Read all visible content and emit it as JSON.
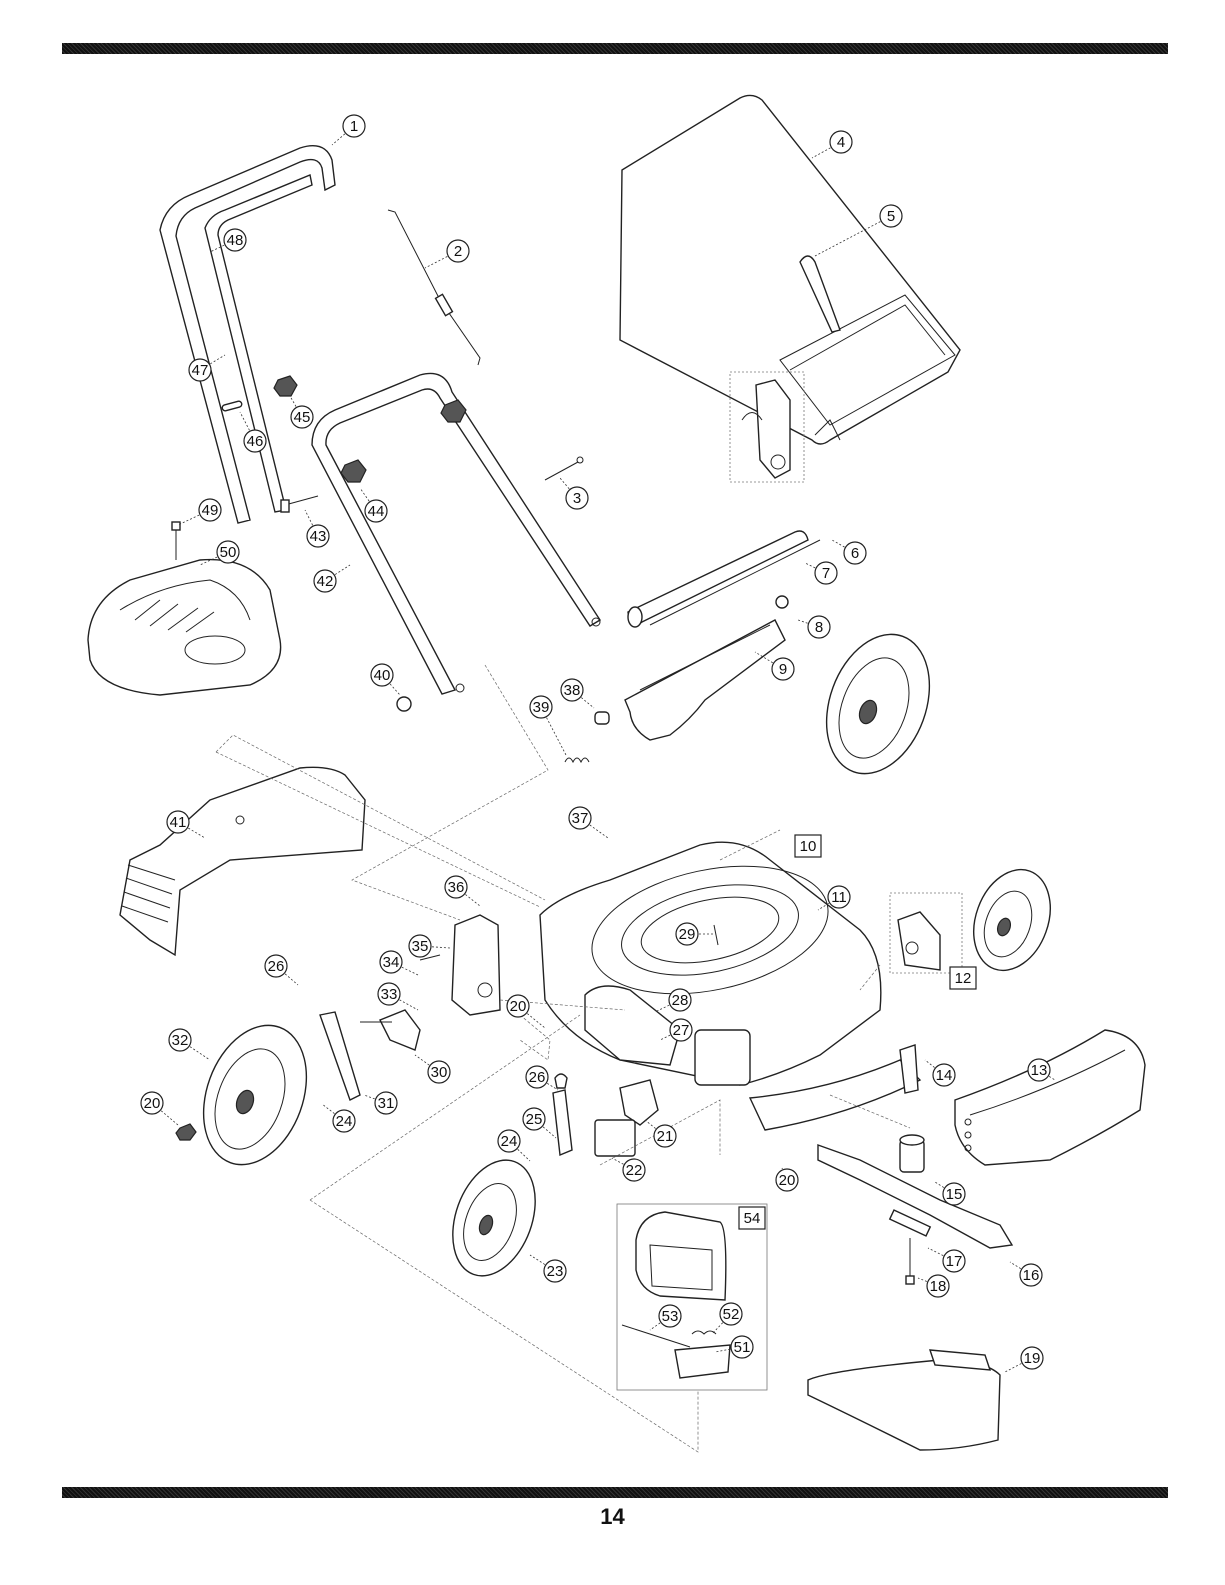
{
  "page_number": "14",
  "callouts": [
    {
      "id": "c1",
      "label": "1"
    },
    {
      "id": "c2",
      "label": "2"
    },
    {
      "id": "c3",
      "label": "3"
    },
    {
      "id": "c4",
      "label": "4"
    },
    {
      "id": "c5",
      "label": "5"
    },
    {
      "id": "c6",
      "label": "6"
    },
    {
      "id": "c7",
      "label": "7"
    },
    {
      "id": "c8",
      "label": "8"
    },
    {
      "id": "c9",
      "label": "9"
    },
    {
      "id": "c11",
      "label": "11"
    },
    {
      "id": "c13",
      "label": "13"
    },
    {
      "id": "c14",
      "label": "14"
    },
    {
      "id": "c15",
      "label": "15"
    },
    {
      "id": "c16",
      "label": "16"
    },
    {
      "id": "c17",
      "label": "17"
    },
    {
      "id": "c18",
      "label": "18"
    },
    {
      "id": "c19",
      "label": "19"
    },
    {
      "id": "c20a",
      "label": "20"
    },
    {
      "id": "c20b",
      "label": "20"
    },
    {
      "id": "c20c",
      "label": "20"
    },
    {
      "id": "c21",
      "label": "21"
    },
    {
      "id": "c22",
      "label": "22"
    },
    {
      "id": "c23",
      "label": "23"
    },
    {
      "id": "c24a",
      "label": "24"
    },
    {
      "id": "c24b",
      "label": "24"
    },
    {
      "id": "c25",
      "label": "25"
    },
    {
      "id": "c26a",
      "label": "26"
    },
    {
      "id": "c26b",
      "label": "26"
    },
    {
      "id": "c27",
      "label": "27"
    },
    {
      "id": "c28",
      "label": "28"
    },
    {
      "id": "c29",
      "label": "29"
    },
    {
      "id": "c30",
      "label": "30"
    },
    {
      "id": "c31",
      "label": "31"
    },
    {
      "id": "c32",
      "label": "32"
    },
    {
      "id": "c33",
      "label": "33"
    },
    {
      "id": "c34",
      "label": "34"
    },
    {
      "id": "c35",
      "label": "35"
    },
    {
      "id": "c36",
      "label": "36"
    },
    {
      "id": "c37",
      "label": "37"
    },
    {
      "id": "c38",
      "label": "38"
    },
    {
      "id": "c39",
      "label": "39"
    },
    {
      "id": "c40",
      "label": "40"
    },
    {
      "id": "c41",
      "label": "41"
    },
    {
      "id": "c42",
      "label": "42"
    },
    {
      "id": "c43",
      "label": "43"
    },
    {
      "id": "c44",
      "label": "44"
    },
    {
      "id": "c45",
      "label": "45"
    },
    {
      "id": "c46",
      "label": "46"
    },
    {
      "id": "c47",
      "label": "47"
    },
    {
      "id": "c48",
      "label": "48"
    },
    {
      "id": "c49",
      "label": "49"
    },
    {
      "id": "c50",
      "label": "50"
    },
    {
      "id": "c51",
      "label": "51"
    },
    {
      "id": "c52",
      "label": "52"
    },
    {
      "id": "c53",
      "label": "53"
    }
  ],
  "boxed_callouts": [
    {
      "id": "b10",
      "label": "10"
    },
    {
      "id": "b12",
      "label": "12"
    },
    {
      "id": "b54",
      "label": "54"
    }
  ]
}
